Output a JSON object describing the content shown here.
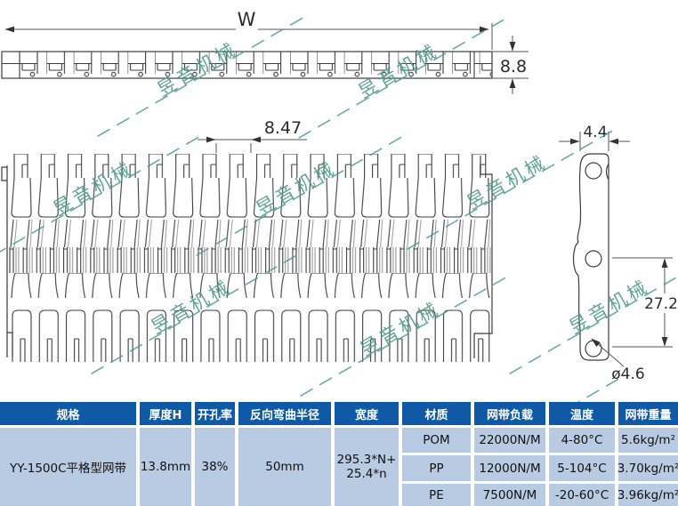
{
  "watermark": {
    "text": "昱音机械",
    "color": "#4e9b8c"
  },
  "drawing": {
    "top_view": {
      "width_label": "W",
      "thickness_dim": "8.8"
    },
    "plan_view": {
      "pitch_dim": "8.47"
    },
    "link_view": {
      "width_dim": "4.4",
      "hole_pitch_dim": "27.2",
      "hole_dia_dim": "ø4.6"
    }
  },
  "table": {
    "header_bg": "#0f59a7",
    "body_bg": "#b9cbe3",
    "headers": [
      "规格",
      "厚度H",
      "开孔率",
      "反向弯曲半径",
      "宽度",
      "材质",
      "网带负载",
      "温度",
      "网带重量"
    ],
    "spec": {
      "name": "YY-1500C平格型网带",
      "thickness": "13.8mm",
      "open_rate": "38%",
      "bend_radius": "50mm",
      "width_line1": "295.3*N+",
      "width_line2": "25.4*n"
    },
    "materials": [
      {
        "name": "POM",
        "load": "22000N/M",
        "temp": "4-80°C",
        "weight": "5.6kg/m²"
      },
      {
        "name": "PP",
        "load": "12000N/M",
        "temp": "5-104°C",
        "weight": "3.70kg/m²"
      },
      {
        "name": "PE",
        "load": "7500N/M",
        "temp": "-20-60°C",
        "weight": "3.96kg/m²"
      }
    ]
  }
}
